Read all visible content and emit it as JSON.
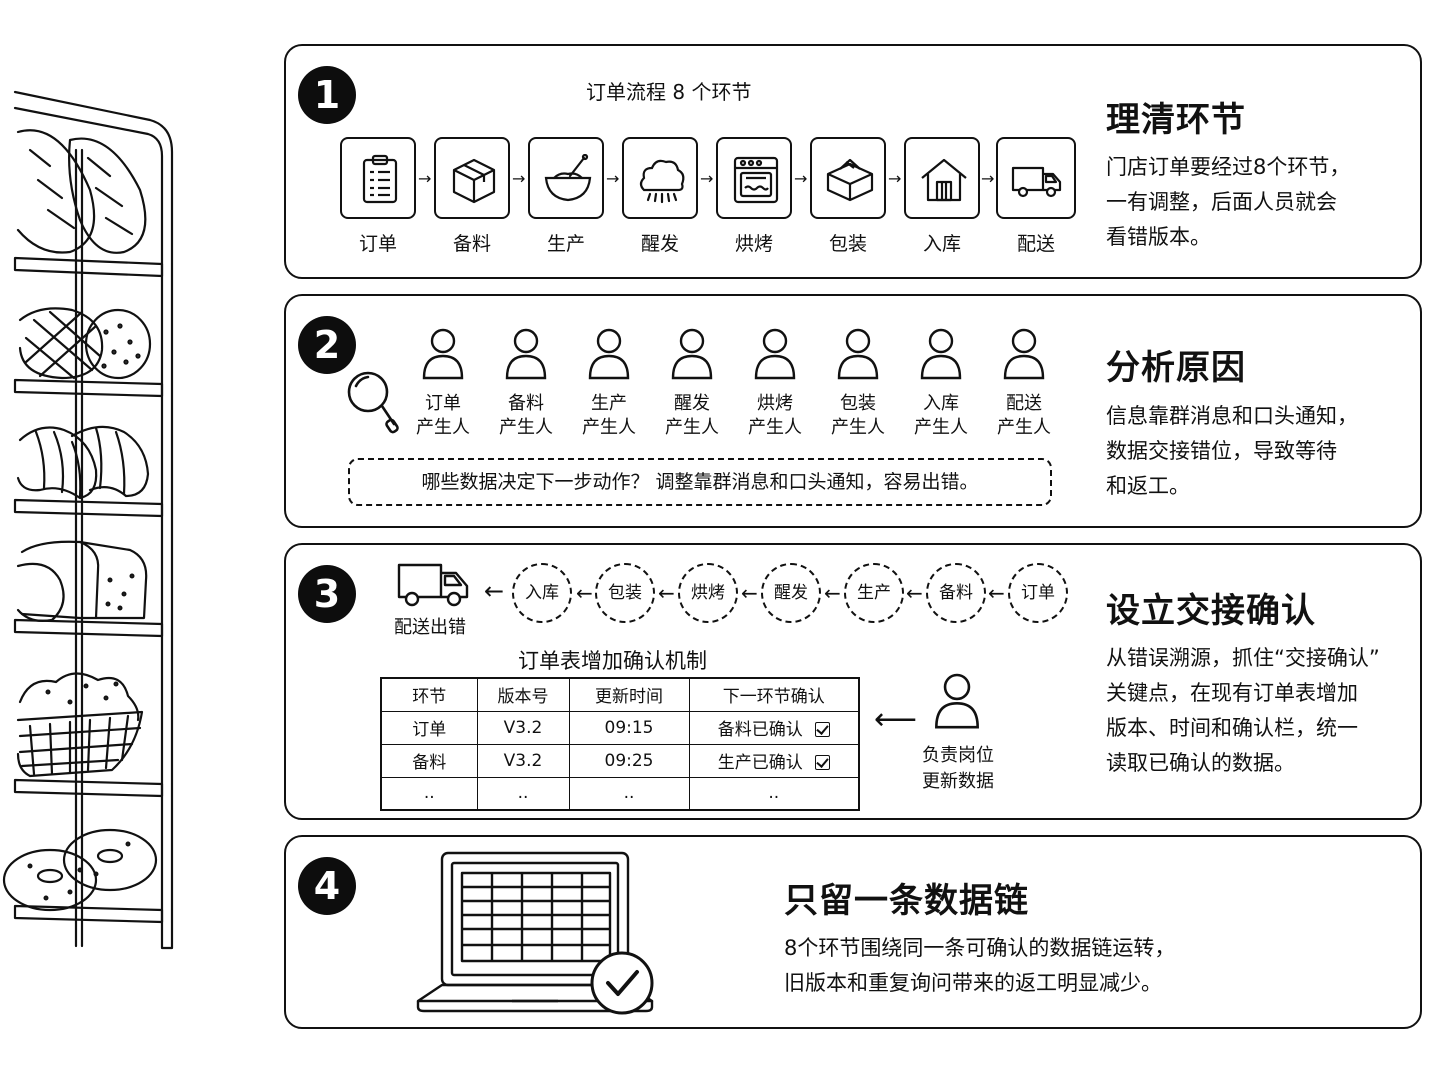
{
  "panel1": {
    "number": "1",
    "flow_title": "订单流程 8 个环节",
    "title": "理清环节",
    "desc": [
      "门店订单要经过8个环节，",
      "一有调整，后面人员就会",
      "看错版本。"
    ],
    "steps": [
      {
        "label": "订单",
        "icon": "clipboard-icon"
      },
      {
        "label": "备料",
        "icon": "box-icon"
      },
      {
        "label": "生产",
        "icon": "mixing-bowl-icon"
      },
      {
        "label": "醒发",
        "icon": "dough-proof-icon"
      },
      {
        "label": "烘烤",
        "icon": "oven-icon"
      },
      {
        "label": "包装",
        "icon": "package-icon"
      },
      {
        "label": "入库",
        "icon": "warehouse-icon"
      },
      {
        "label": "配送",
        "icon": "truck-icon"
      }
    ]
  },
  "panel2": {
    "number": "2",
    "title": "分析原因",
    "desc": [
      "信息靠群消息和口头通知，",
      "数据交接错位，导致等待",
      "和返工。"
    ],
    "roles": [
      {
        "line1": "订单",
        "line2": "产生人"
      },
      {
        "line1": "备料",
        "line2": "产生人"
      },
      {
        "line1": "生产",
        "line2": "产生人"
      },
      {
        "line1": "醒发",
        "line2": "产生人"
      },
      {
        "line1": "烘烤",
        "line2": "产生人"
      },
      {
        "line1": "包装",
        "line2": "产生人"
      },
      {
        "line1": "入库",
        "line2": "产生人"
      },
      {
        "line1": "配送",
        "line2": "产生人"
      }
    ],
    "question": "哪些数据决定下一步动作？ 调整靠群消息和口头通知，容易出错。"
  },
  "panel3": {
    "number": "3",
    "title": "设立交接确认",
    "desc": [
      "从错误溯源，抓住“交接确认”",
      "关键点，在现有订单表增加",
      "版本、时间和确认栏，统一",
      "读取已确认的数据。"
    ],
    "delivery_error": "配送出错",
    "trace_nodes": [
      "入库",
      "包装",
      "烘烤",
      "醒发",
      "生产",
      "备料",
      "订单"
    ],
    "table_title": "订单表增加确认机制",
    "table": {
      "headers": [
        "环节",
        "版本号",
        "更新时间",
        "下一环节确认"
      ],
      "rows": [
        [
          "订单",
          "V3.2",
          "09:15",
          "备料已确认"
        ],
        [
          "备料",
          "V3.2",
          "09:25",
          "生产已确认"
        ],
        [
          "..",
          "..",
          "..",
          ".."
        ]
      ]
    },
    "updater_line1": "负责岗位",
    "updater_line2": "更新数据"
  },
  "panel4": {
    "number": "4",
    "title": "只留一条数据链",
    "desc": [
      "8个环节围绕同一条可确认的数据链运转，",
      "旧版本和重复询问带来的返工明显减少。"
    ]
  }
}
